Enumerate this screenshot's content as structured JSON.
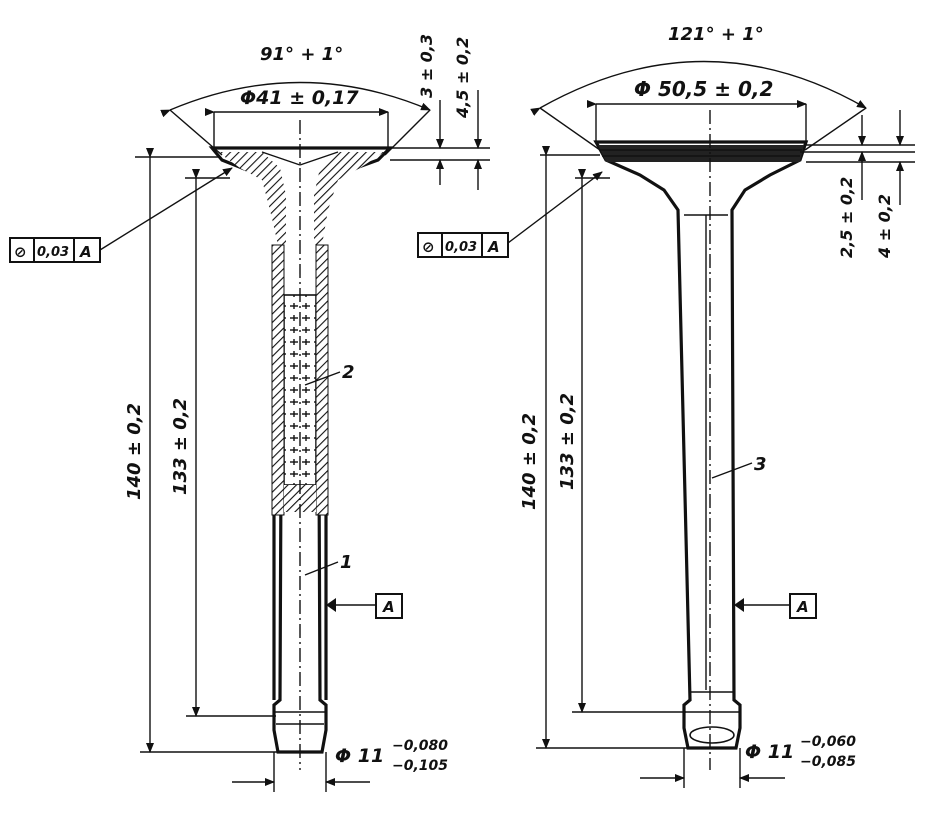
{
  "left_valve": {
    "angle_dim": "91° + 1°",
    "diameter_dim": "Φ41 ± 0,17",
    "face_dim_1": "3 ± 0,3",
    "face_dim_2": "4,5 ± 0,2",
    "tolerance_frame": {
      "symbol": "⊘",
      "value": "0,03",
      "datum": "A"
    },
    "length_total": "140 ± 0,2",
    "length_stem": "133 ± 0,2",
    "part_label_1": "1",
    "part_label_2": "2",
    "datum_flag": "A",
    "stem_dim_main": "Φ 11",
    "stem_dim_upper": "−0,080",
    "stem_dim_lower": "−0,105"
  },
  "right_valve": {
    "angle_dim": "121° + 1°",
    "diameter_dim": "Φ 50,5 ± 0,2",
    "face_dim_1": "2,5 ± 0,2",
    "face_dim_2": "4 ± 0,2",
    "tolerance_frame": {
      "symbol": "⊘",
      "value": "0,03",
      "datum": "A"
    },
    "length_total": "140 ± 0,2",
    "length_stem": "133 ± 0,2",
    "part_label_3": "3",
    "datum_flag": "A",
    "stem_dim_main": "Φ 11",
    "stem_dim_upper": "−0,060",
    "stem_dim_lower": "−0,085"
  }
}
